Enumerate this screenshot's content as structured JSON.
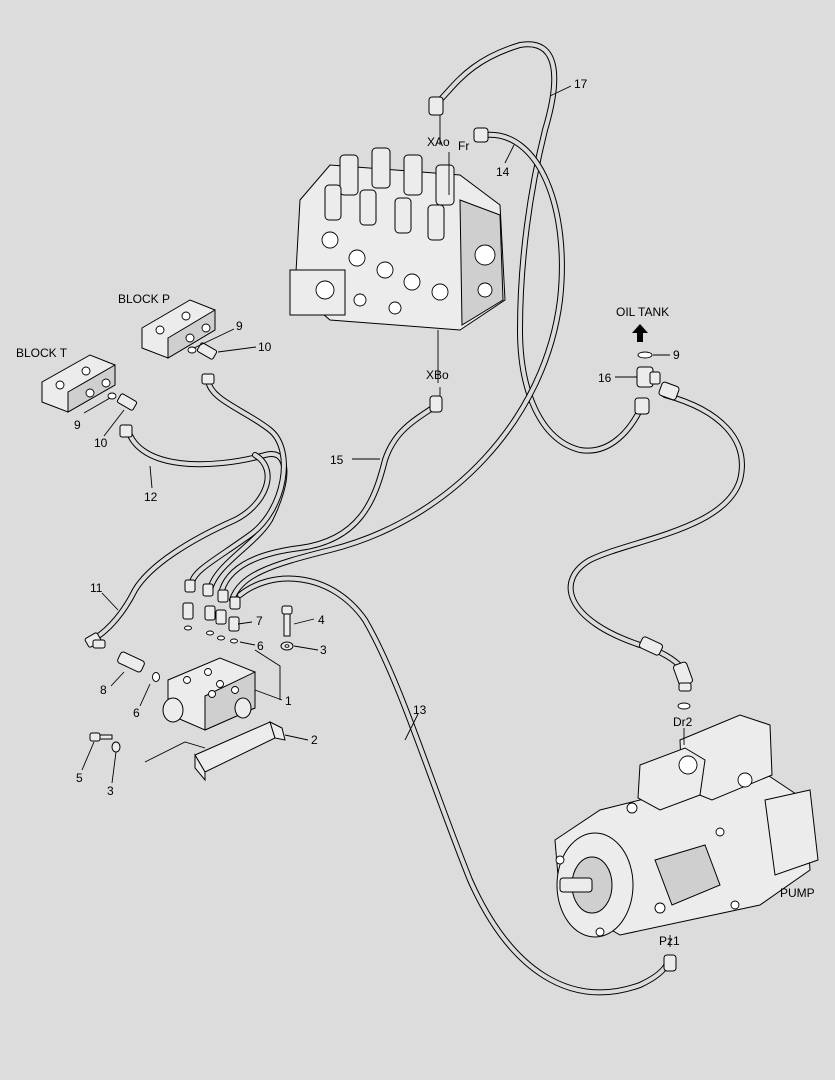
{
  "labels": {
    "block_p": "BLOCK P",
    "block_t": "BLOCK T",
    "oil_tank": "OIL TANK",
    "pump": "PUMP",
    "xao": "XAo",
    "fr": "Fr",
    "xbo": "XBo",
    "dr2": "Dr2",
    "pz1": "Pz1"
  },
  "callouts": {
    "c17": "17",
    "c14": "14",
    "c9a": "9",
    "c10a": "10",
    "c9b": "9",
    "c10b": "10",
    "c12": "12",
    "c15": "15",
    "c9c": "9",
    "c16": "16",
    "c11": "11",
    "c7": "7",
    "c4": "4",
    "c6a": "6",
    "c3a": "3",
    "c8": "8",
    "c6b": "6",
    "c1": "1",
    "c2": "2",
    "c13": "13",
    "c5": "5",
    "c3b": "3"
  },
  "colors": {
    "background": "#dcdcdc",
    "line": "#000000"
  }
}
